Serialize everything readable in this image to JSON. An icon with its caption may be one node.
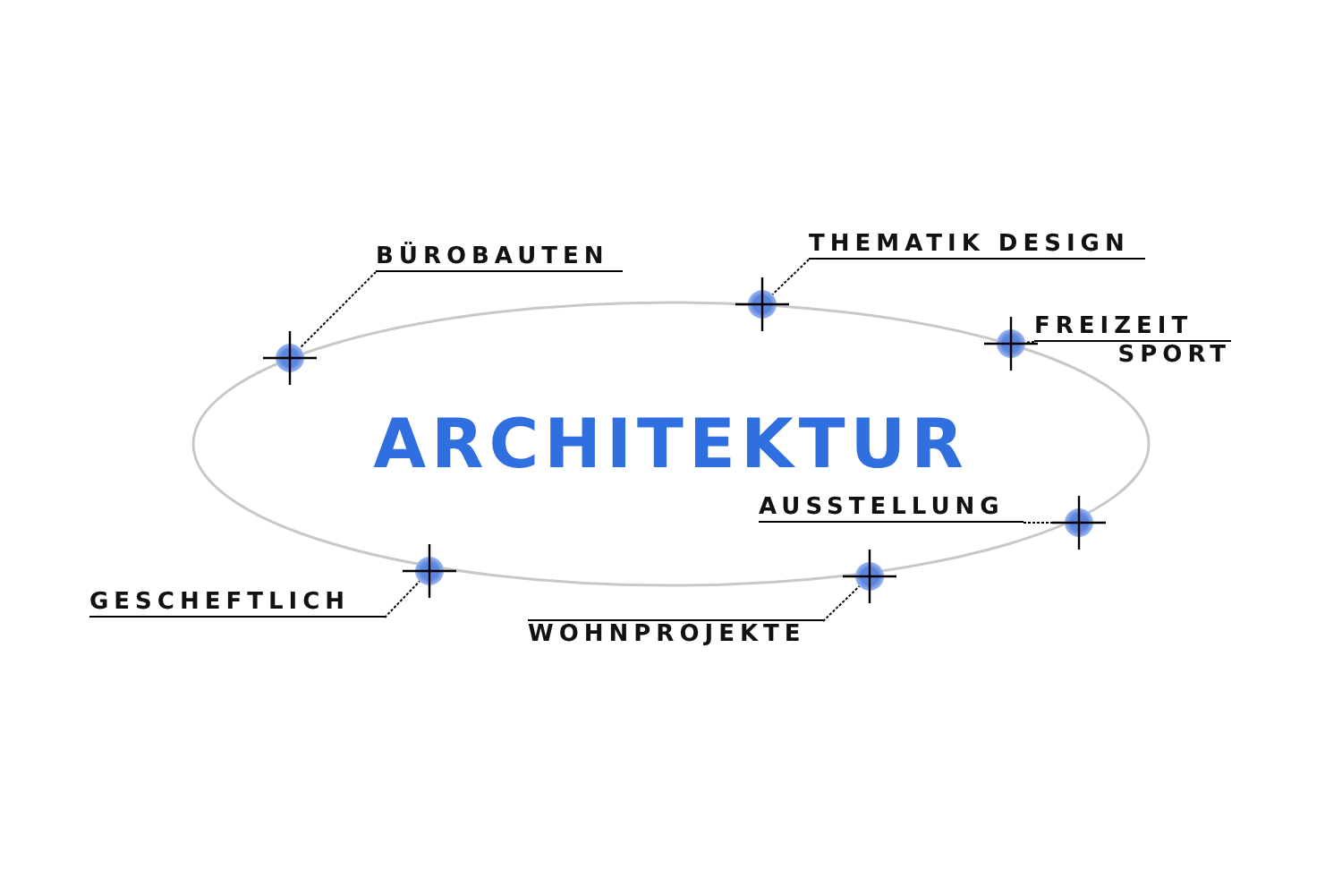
{
  "diagram": {
    "nodes": [
      {
        "text": [
          "ARCHITEKTUR"
        ]
      },
      {
        "text": [
          "BÜROBAUTEN"
        ]
      },
      {
        "text": [
          "THEMATIK DESIGN"
        ]
      },
      {
        "text": [
          "FREIZEIT",
          "SPORT"
        ]
      },
      {
        "text": [
          "AUSSTELLUNG"
        ],
        "in": 0
      },
      {
        "text": [
          "GESCHEFTLICH"
        ]
      },
      {
        "text": [
          "WOHNPROJEKTE"
        ]
      },
      {
        "text": [],
        "shape": "circle"
      },
      {
        "text": [],
        "shape": "circle"
      },
      {
        "text": [],
        "shape": "circle"
      },
      {
        "text": [],
        "shape": "circle"
      },
      {
        "text": [],
        "shape": "circle"
      },
      {
        "text": [],
        "shape": "circle"
      }
    ],
    "edges": [
      {
        "from": 1,
        "to": 7,
        "arrow": "none"
      },
      {
        "from": 2,
        "to": 9,
        "arrow": "none"
      },
      {
        "from": 3,
        "to": 11,
        "arrow": "none"
      },
      {
        "from": 4,
        "to": 12,
        "arrow": "none"
      },
      {
        "from": 5,
        "to": 8,
        "arrow": "none"
      },
      {
        "from": 6,
        "to": 10,
        "arrow": "none"
      }
    ]
  }
}
